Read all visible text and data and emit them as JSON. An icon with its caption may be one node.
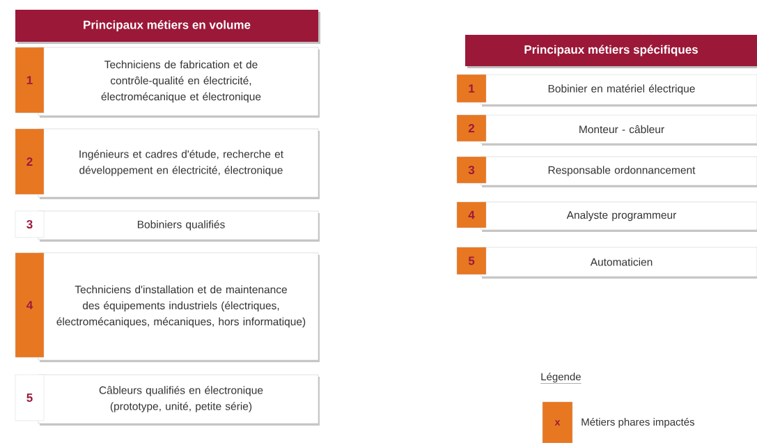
{
  "diagram": {
    "nodes": [
      {
        "text": [
          "Principaux métiers en volume"
        ]
      },
      {
        "text": [
          "1",
          "Techniciens de fabrication et de contrôle-qualité en électricité, électromécanique et électronique"
        ]
      },
      {
        "text": [
          "2",
          "Ingénieurs et cadres d'étude, recherche et développement en électricité, électronique"
        ]
      },
      {
        "text": [
          "3",
          "Bobiniers qualifiés"
        ]
      },
      {
        "text": [
          "4",
          "Techniciens d'installation et de maintenance des équipements industriels (électriques, électromécaniques, mécaniques, hors informatique)"
        ]
      },
      {
        "text": [
          "5",
          "Câbleurs qualifiés en électronique (prototype, unité, petite série)"
        ]
      },
      {
        "text": [
          "Principaux métiers spécifiques"
        ]
      },
      {
        "text": [
          "1",
          "Bobinier en matériel électrique"
        ]
      },
      {
        "text": [
          "2",
          "Monteur - câbleur"
        ]
      },
      {
        "text": [
          "3",
          "Responsable ordonnancement"
        ]
      },
      {
        "text": [
          "4",
          "Analyste programmeur"
        ]
      },
      {
        "text": [
          "5",
          "Automaticien"
        ]
      }
    ],
    "labels": [
      "Légende",
      "x"
    ],
    "legend": [
      {
        "text": "Métiers phares impactés",
        "color": "#e87722"
      }
    ]
  }
}
